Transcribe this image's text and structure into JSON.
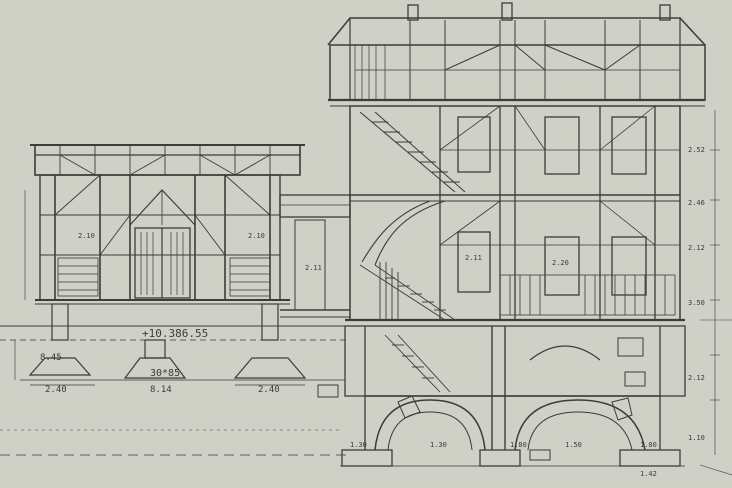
{
  "colors": {
    "paper": "#cfd0c6",
    "ink": "#3a3d3a",
    "ink_light": "#6c6f68"
  },
  "drawing": {
    "level_label": "+10.386.55",
    "span_label": "30*85",
    "left_dim_labels": [
      "2.40",
      "8.14",
      "2.40",
      "8.45"
    ],
    "room_labels": [
      "2.10",
      "2.10",
      "2.11",
      "2.20",
      "2.11"
    ],
    "right_dim_labels": [
      "2.52",
      "2.46",
      "2.12",
      "3.50",
      "2.12",
      "1.10"
    ],
    "foundation_labels": [
      "1.30",
      "1.30",
      "1.80",
      "1.50",
      "1.80",
      "1.42"
    ]
  }
}
